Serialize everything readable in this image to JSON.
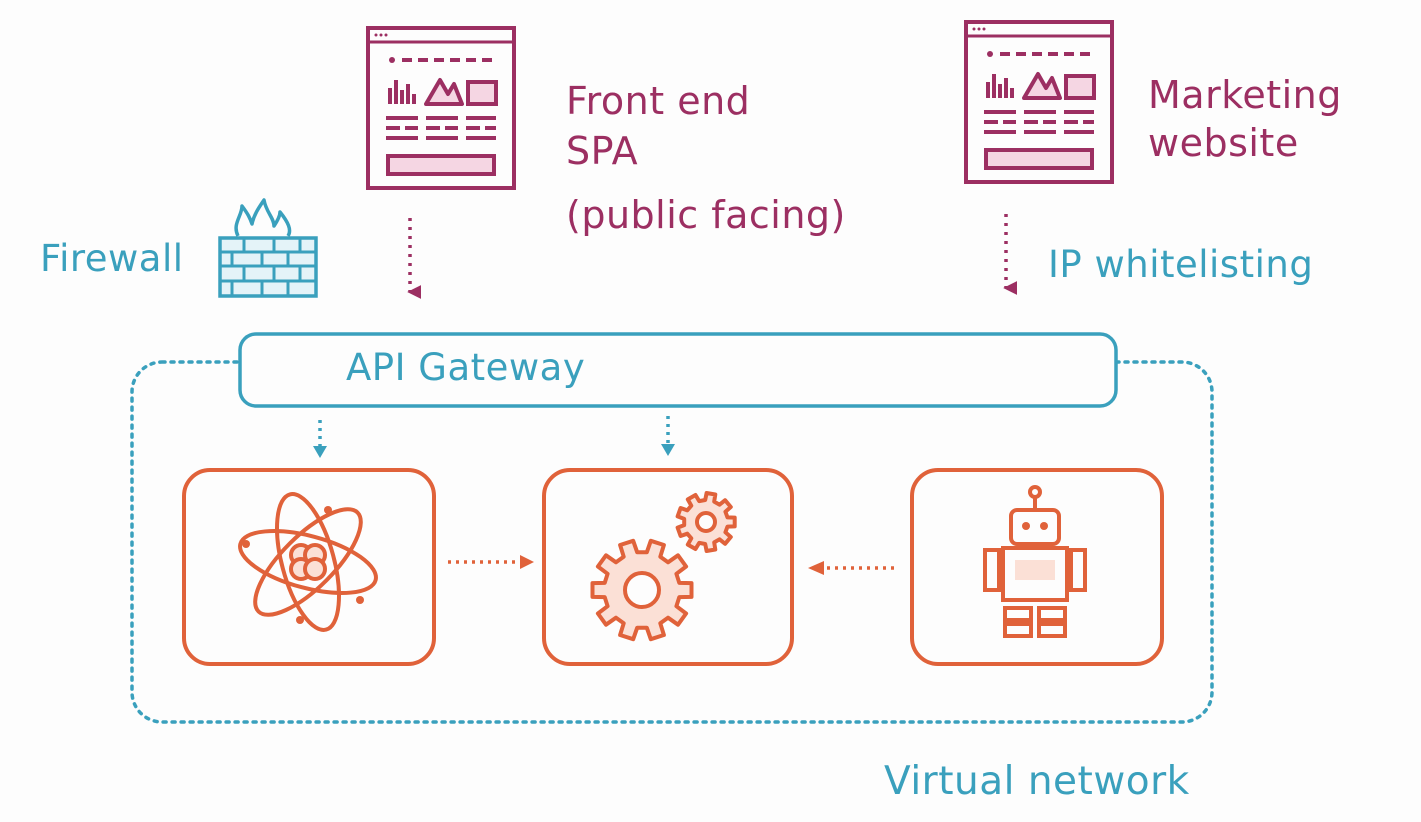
{
  "front_end": {
    "line1": "Front end",
    "line2": "SPA",
    "sub": "(public facing)"
  },
  "marketing": {
    "line1": "Marketing",
    "line2": "website"
  },
  "firewall": {
    "label": "Firewall"
  },
  "ip_whitelisting": {
    "label": "IP whitelisting"
  },
  "api_gateway": {
    "label": "API Gateway"
  },
  "virtual_network": {
    "label": "Virtual network"
  },
  "icons": {
    "front_end": "web-page-icon",
    "marketing": "web-page-icon",
    "firewall": "firewall-icon",
    "service_left": "atom-icon",
    "service_middle": "gears-icon",
    "service_right": "robot-icon"
  },
  "colors": {
    "maroon": "#9c2f62",
    "maroon_fill": "#f5d6e3",
    "teal": "#3aa0bd",
    "orange": "#e0623a",
    "orange_fill": "#fbe0d6"
  }
}
